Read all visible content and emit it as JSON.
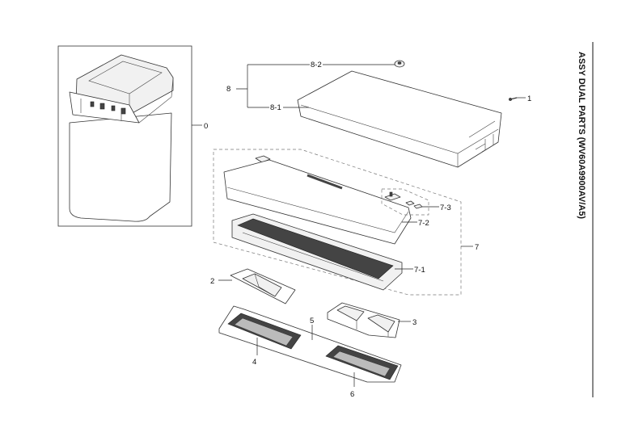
{
  "title": "ASSY DUAL PARTS (WV60A9900AV/A5)",
  "callouts": {
    "c0": "0",
    "c1": "1",
    "c2": "2",
    "c3": "3",
    "c4": "4",
    "c5": "5",
    "c6": "6",
    "c7": "7",
    "c7_1": "7-1",
    "c7_2": "7-2",
    "c7_3": "7-3",
    "c8": "8",
    "c8_1": "8-1",
    "c8_2": "8-2"
  }
}
